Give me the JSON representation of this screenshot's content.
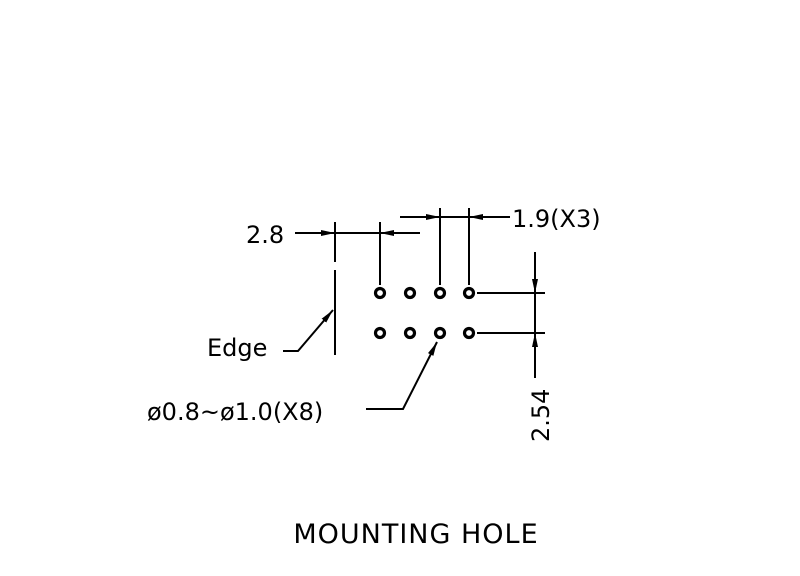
{
  "title": "MOUNTING HOLE",
  "dimensions": {
    "edge_offset": "2.8",
    "pitch_x": "1.9(X3)",
    "pitch_y": "2.54",
    "hole_diameter": "ø0.8~ø1.0(X8)"
  },
  "labels": {
    "edge": "Edge"
  },
  "holes": {
    "rows": 2,
    "columns": 4
  },
  "colors": {
    "line": "#000000",
    "background": "#ffffff"
  }
}
